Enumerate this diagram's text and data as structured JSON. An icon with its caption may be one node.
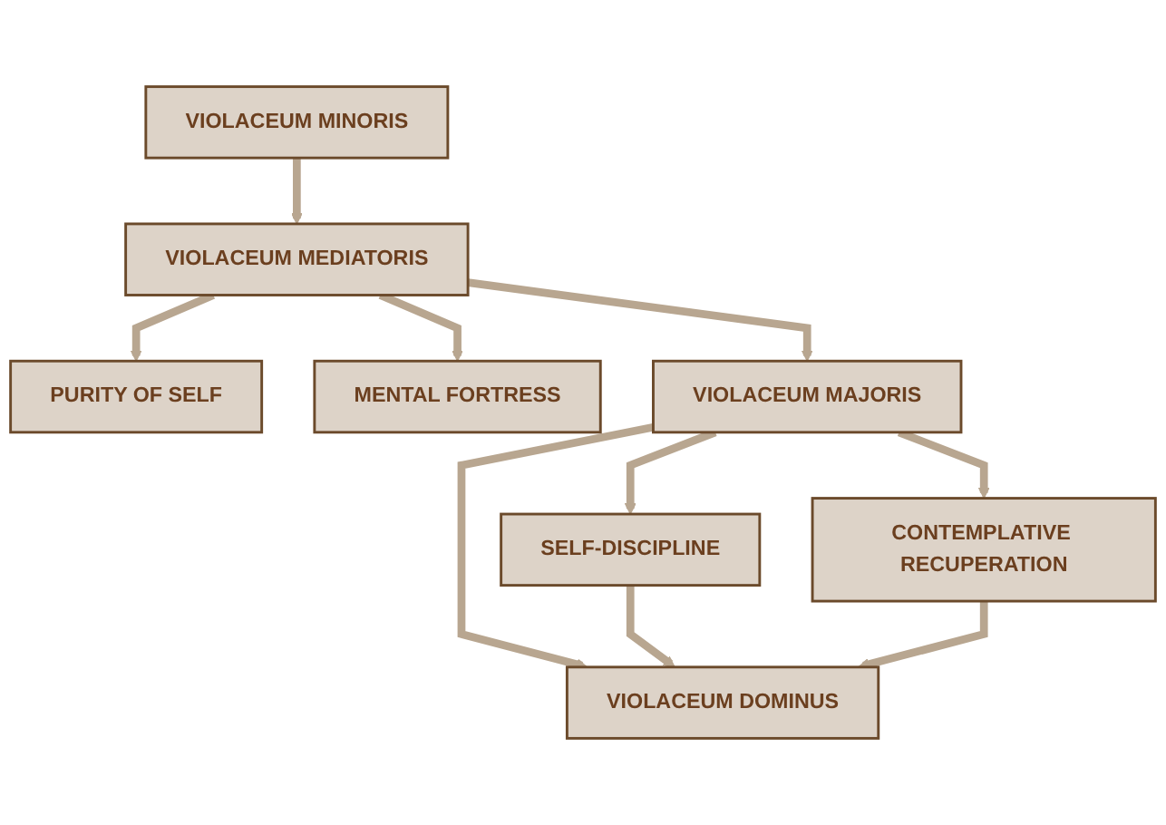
{
  "diagram": {
    "nodes": [
      {
        "text": [
          "VIOLACEUM MINORIS"
        ]
      },
      {
        "text": [
          "PURITY OF SELF"
        ]
      },
      {
        "text": [
          "VIOLACEUM MEDIATORIS"
        ]
      },
      {
        "text": [
          "MENTAL FORTRESS"
        ]
      },
      {
        "text": [
          "SELF-DISCIPLINE"
        ]
      },
      {
        "text": [
          "VIOLACEUM MAJORIS"
        ]
      },
      {
        "text": [
          "CONTEMPLATIVE RECUPERATION"
        ]
      },
      {
        "text": [
          "VIOLACEUM DOMINUS"
        ]
      }
    ],
    "edges": [
      {
        "from": 0,
        "to": 2,
        "arrow": "to"
      },
      {
        "from": 2,
        "to": 1,
        "arrow": "to"
      },
      {
        "from": 2,
        "to": 3,
        "arrow": "to"
      },
      {
        "from": 2,
        "to": 5,
        "arrow": "to"
      },
      {
        "from": 5,
        "to": 4,
        "arrow": "to"
      },
      {
        "from": 5,
        "to": 6,
        "arrow": "to"
      },
      {
        "from": 5,
        "to": 7,
        "arrow": "to"
      },
      {
        "from": 4,
        "to": 7,
        "arrow": "to"
      },
      {
        "from": 6,
        "to": 7,
        "arrow": "to"
      }
    ]
  }
}
